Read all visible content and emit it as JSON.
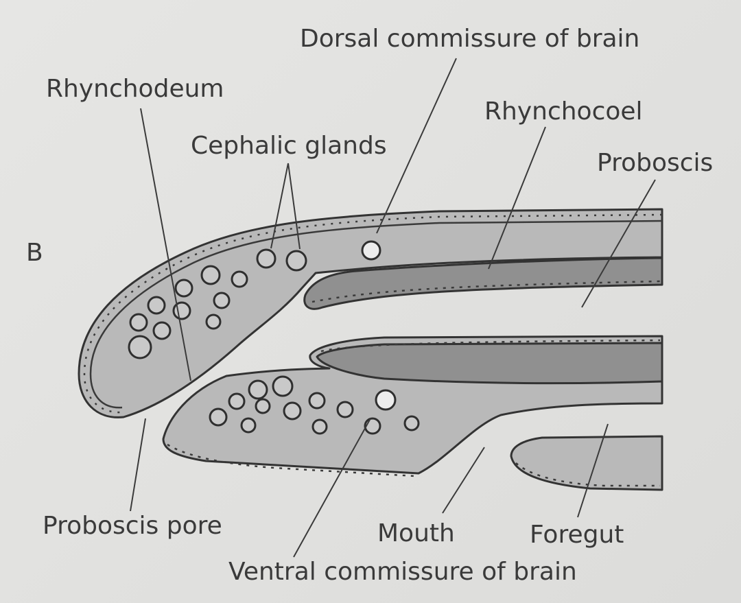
{
  "figure": {
    "panel_letter": "B",
    "labels": {
      "dorsal_commissure": "Dorsal commissure of brain",
      "rhynchodeum": "Rhynchodeum",
      "rhynchocoel": "Rhynchocoel",
      "cephalic_glands": "Cephalic glands",
      "proboscis": "Proboscis",
      "proboscis_pore": "Proboscis pore",
      "mouth": "Mouth",
      "foregut": "Foregut",
      "ventral_commissure": "Ventral commissure of brain"
    }
  }
}
